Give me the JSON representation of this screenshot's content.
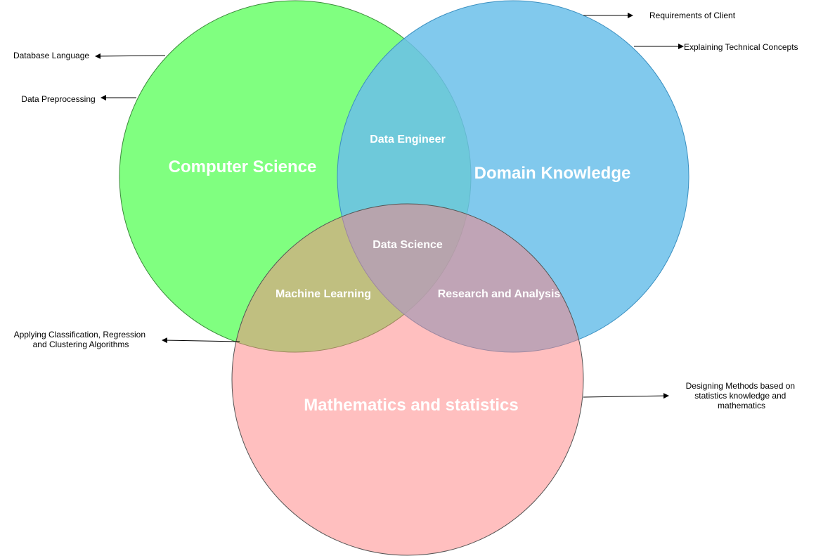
{
  "colors": {
    "computer_science": "#80FF80",
    "domain_knowledge": "#6BBFEA",
    "mathematics": "#FF7F7F",
    "cs_stroke": "#3a8a3a",
    "dk_stroke": "#3a8fc0",
    "math_stroke": "#555555",
    "text": "#ffffff",
    "annotation_text": "#000000"
  },
  "circles": {
    "computer_science": "Computer Science",
    "domain_knowledge": "Domain Knowledge",
    "mathematics": "Mathematics and statistics"
  },
  "regions": {
    "data_engineer": "Data Engineer",
    "data_science": "Data Science",
    "machine_learning": "Machine Learning",
    "research_analysis": "Research and Analysis"
  },
  "annotations": {
    "requirements_of_client": "Requirements of Client",
    "explaining_technical_concepts": "Explaining Technical Concepts",
    "database_language": "Database Language",
    "data_preprocessing": "Data Preprocessing",
    "applying_algorithms": {
      "line1": "Applying Classification, Regression",
      "line2": "and Clustering Algorithms"
    },
    "designing_methods": {
      "line1": "Designing Methods based on",
      "line2": "statistics knowledge and",
      "line3": "mathematics"
    }
  },
  "icons": {
    "arrowhead": "arrowhead-icon"
  }
}
